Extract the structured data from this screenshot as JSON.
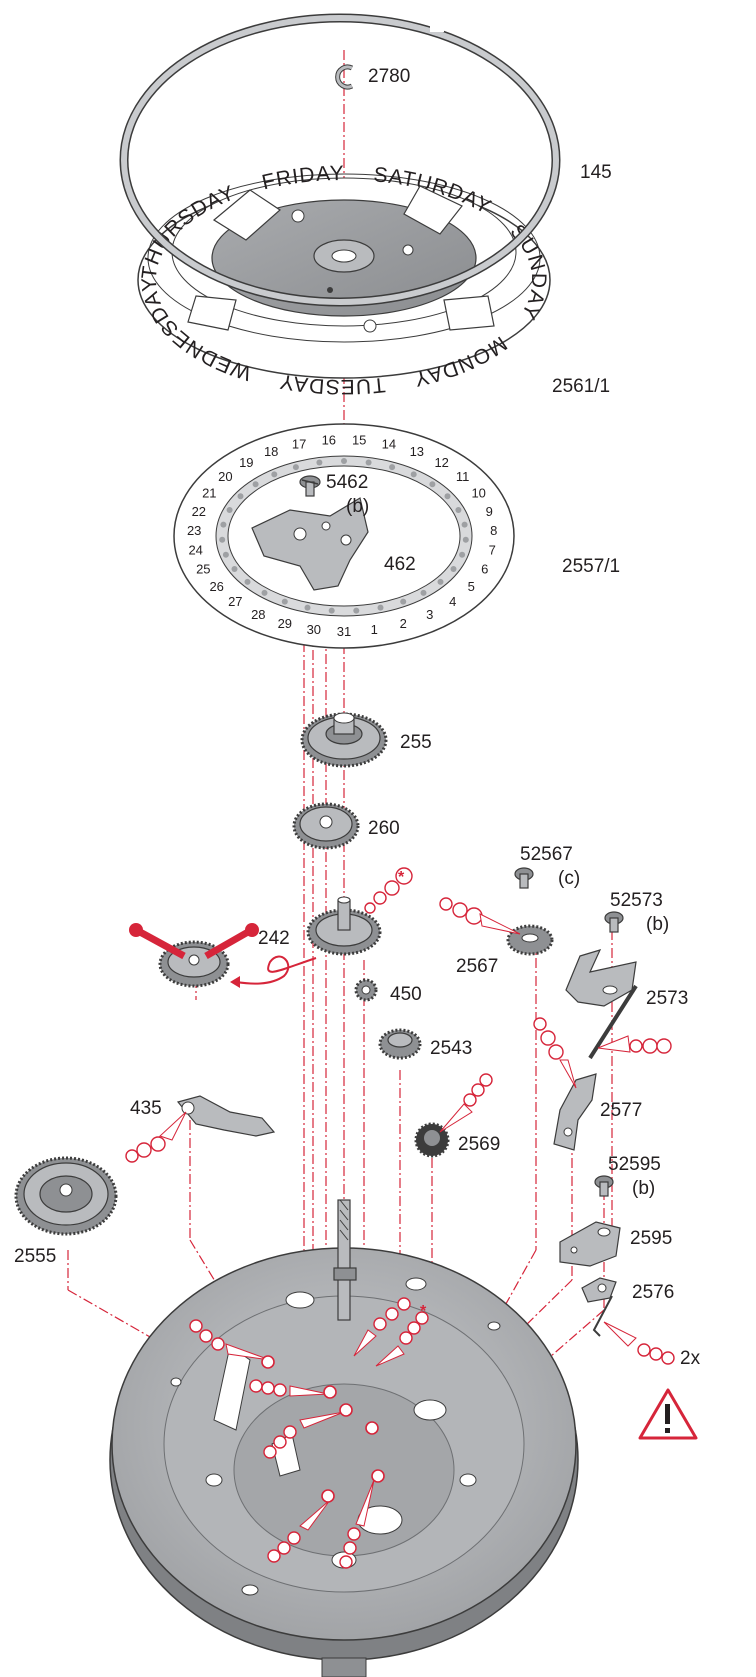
{
  "part_labels": {
    "p2780": "2780",
    "p145": "145",
    "p2561_1": "2561/1",
    "p2557_1": "2557/1",
    "p5462": "5462",
    "p5462_note": "(b)",
    "p462": "462",
    "p255": "255",
    "p260": "260",
    "p52567": "52567",
    "p52567_note": "(c)",
    "p52573": "52573",
    "p52573_note": "(b)",
    "p242": "242",
    "p2567": "2567",
    "p2573": "2573",
    "p450": "450",
    "p2543": "2543",
    "p435": "435",
    "p2577": "2577",
    "p2569": "2569",
    "p52595": "52595",
    "p52595_note": "(b)",
    "p2595": "2595",
    "p2555": "2555",
    "p2576": "2576",
    "qty_2x": "2x"
  },
  "day_ring": {
    "days": [
      "FRIDAY",
      "SATURDAY",
      "SUNDAY",
      "MONDAY",
      "TUESDAY",
      "WEDNESDAY",
      "THURSDAY"
    ]
  },
  "date_ring": {
    "numbers": [
      "1",
      "2",
      "3",
      "4",
      "5",
      "6",
      "7",
      "8",
      "9",
      "10",
      "11",
      "12",
      "13",
      "14",
      "15",
      "16",
      "17",
      "18",
      "19",
      "20",
      "21",
      "22",
      "23",
      "24",
      "25",
      "26",
      "27",
      "28",
      "29",
      "30",
      "31"
    ]
  },
  "colors": {
    "accent_red": "#d6253a",
    "metal": "#b9bbbe",
    "metal_dark": "#8e9093",
    "outline": "#3c3c3c"
  },
  "icons": {
    "warning": "warning-triangle-icon",
    "oil": "oil-drop-icon",
    "special_oil": "asterisk-oil-icon"
  }
}
